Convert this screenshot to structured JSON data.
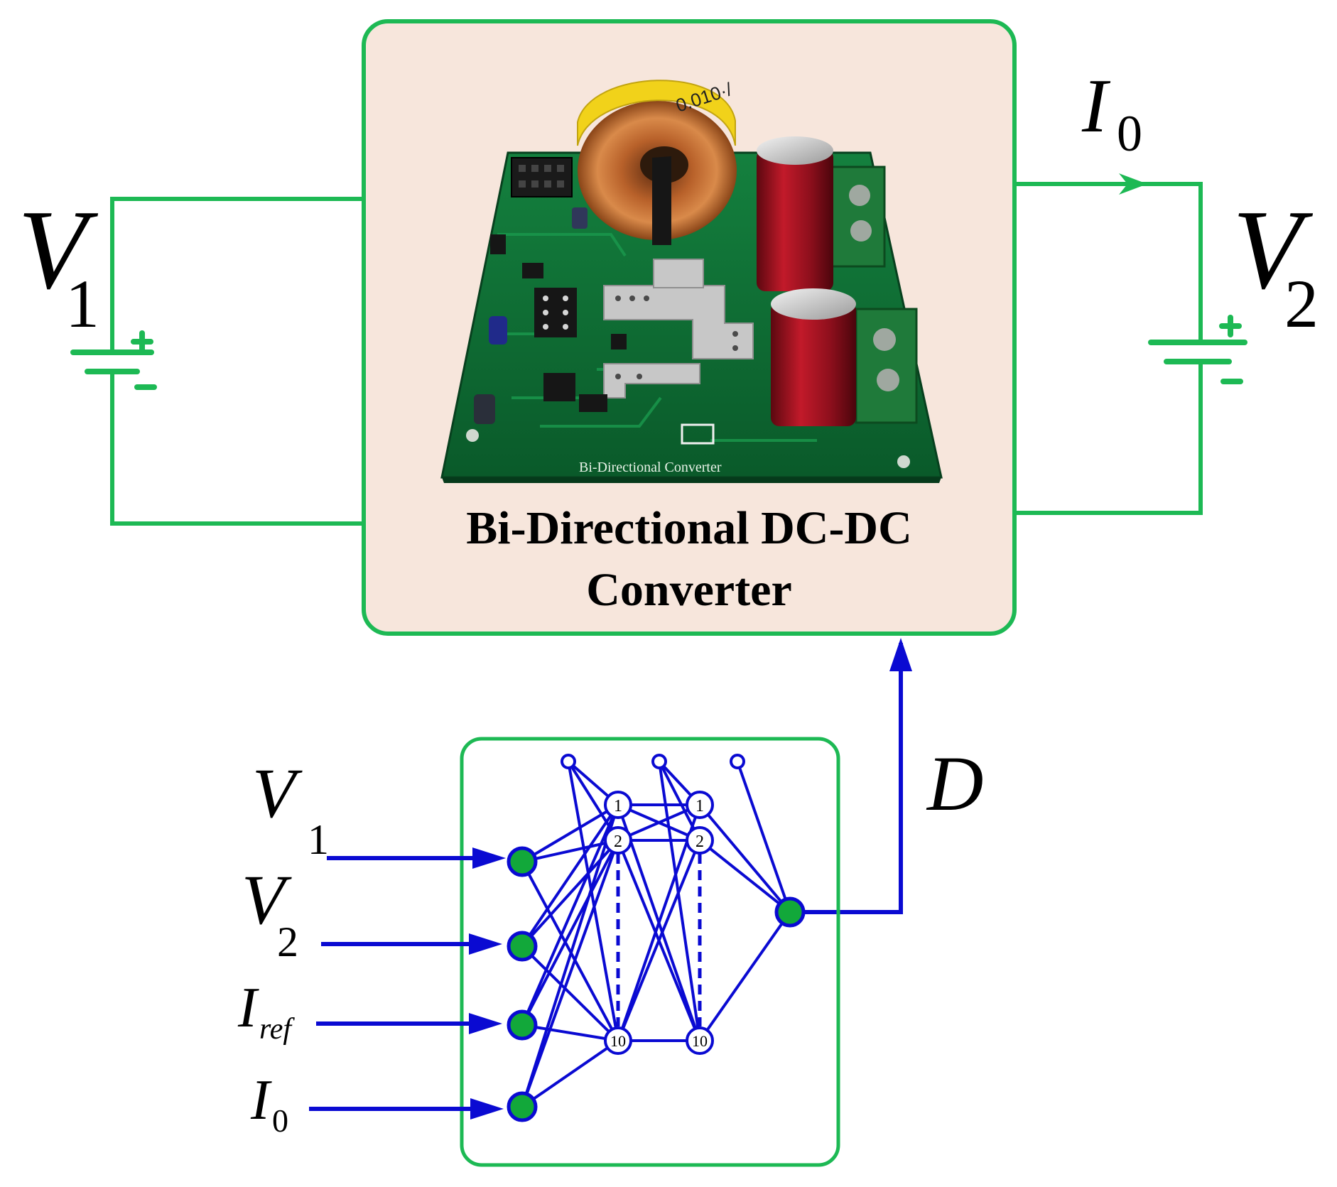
{
  "colors": {
    "wire": "#1db954",
    "signal": "#0a0ad2",
    "converter_fill": "#f7e6dc",
    "node_fill": "#12a83a",
    "pcb": "#0e6e34"
  },
  "converter": {
    "title_line1": "Bi-Directional DC-DC",
    "title_line2": "Converter",
    "pcb_silkscreen": "Bi-Directional Converter",
    "inductor_label": "0.010·/"
  },
  "left_source": {
    "symbol": "V",
    "subscript": "1",
    "plus": "+",
    "minus": "−",
    "icon": "battery-icon"
  },
  "right_source": {
    "symbol": "V",
    "subscript": "2",
    "plus": "+",
    "minus": "−",
    "icon": "battery-icon"
  },
  "output_current": {
    "symbol": "I",
    "subscript": "0"
  },
  "duty_signal": {
    "symbol": "D"
  },
  "nn_inputs": [
    {
      "symbol": "V",
      "subscript": "1"
    },
    {
      "symbol": "V",
      "subscript": "2"
    },
    {
      "symbol": "I",
      "subscript": "ref"
    },
    {
      "symbol": "I",
      "subscript": "0"
    }
  ],
  "hidden_layers": [
    {
      "labels": [
        "1",
        "2",
        "10"
      ]
    },
    {
      "labels": [
        "1",
        "2",
        "10"
      ]
    }
  ]
}
